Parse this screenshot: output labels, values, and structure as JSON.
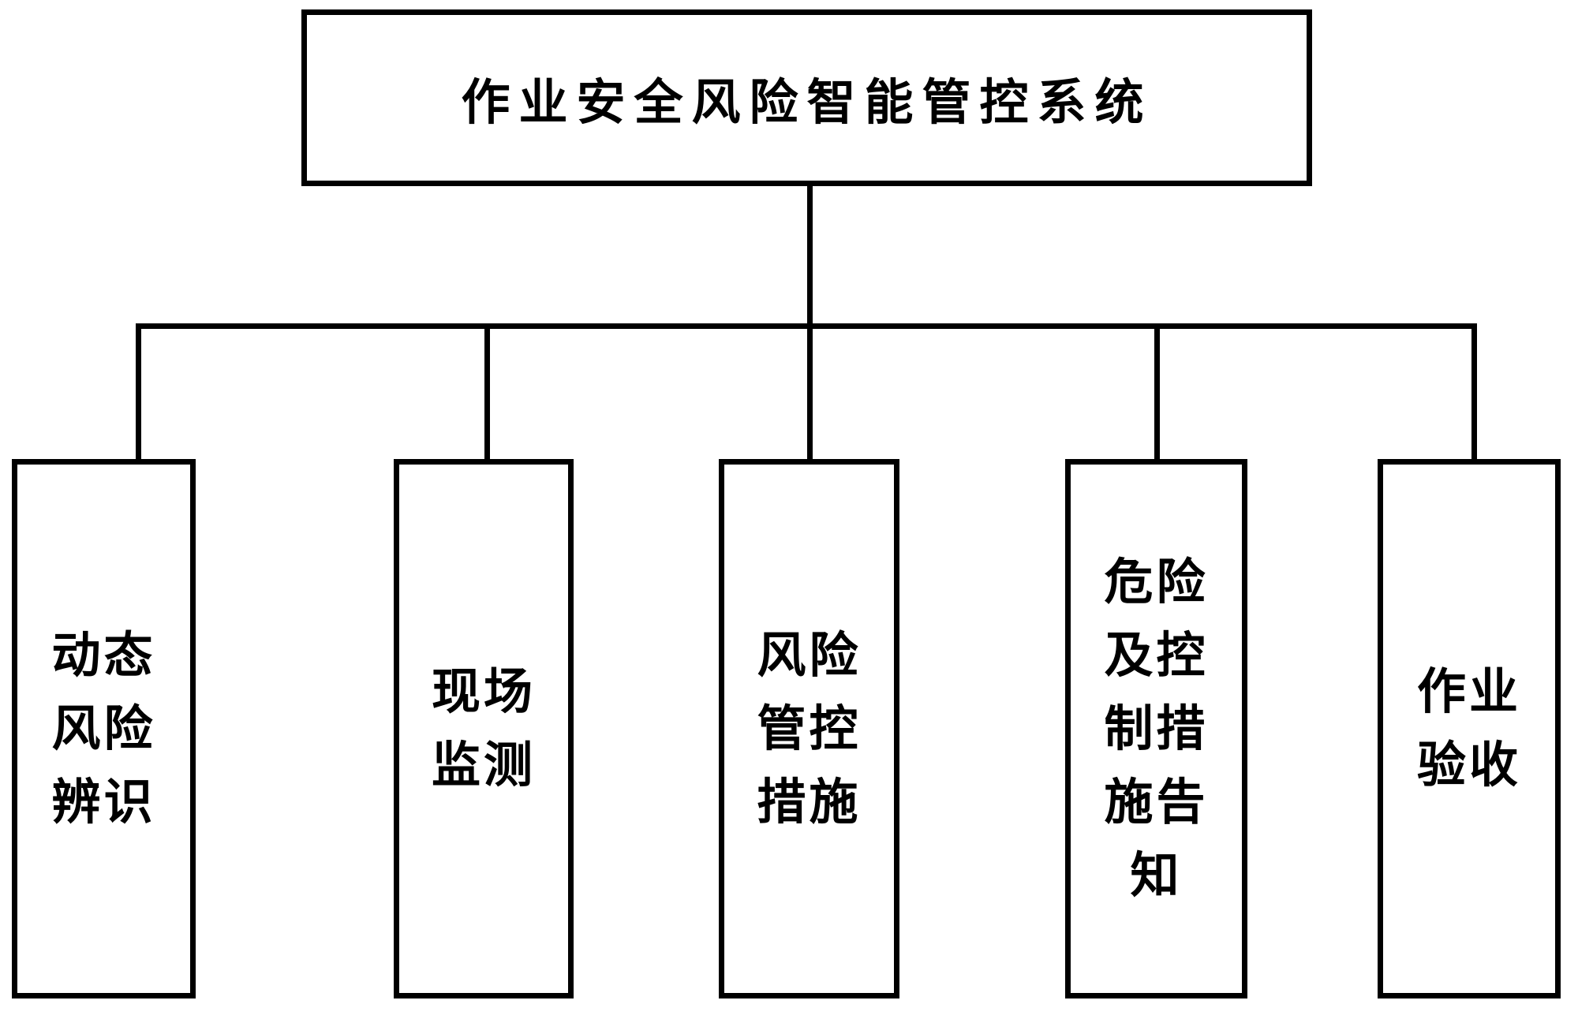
{
  "diagram": {
    "colors": {
      "line": "#000000",
      "background": "#ffffff",
      "text": "#000000"
    },
    "root": {
      "label": "作业安全风险智能管控系统"
    },
    "children": [
      {
        "label": "动态\n风险\n辨识"
      },
      {
        "label": "现场\n监测"
      },
      {
        "label": "风险\n管控\n措施"
      },
      {
        "label": "危险\n及控\n制措\n施告\n知"
      },
      {
        "label": "作业\n验收"
      }
    ]
  }
}
